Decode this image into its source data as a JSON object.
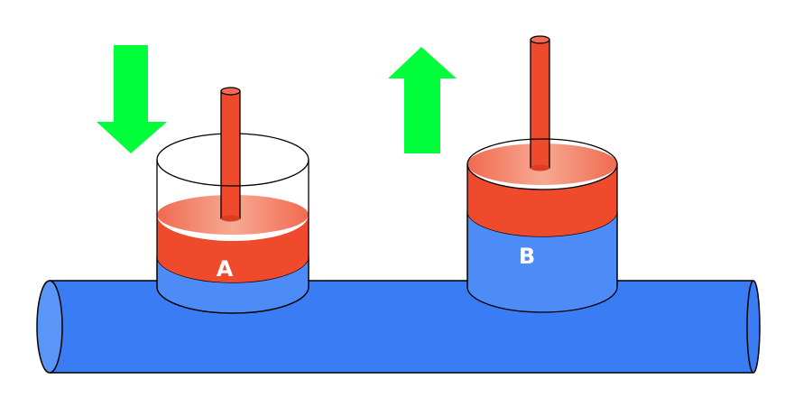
{
  "labels": {
    "a": "A",
    "b": "B"
  },
  "colors": {
    "pipe": "#3a7cf4",
    "pipe_light": "#5a96f8",
    "fluid": "#4d8bf6",
    "fluid_light": "#6aa2fa",
    "piston": "#f04a2c",
    "piston_light": "#f48a70",
    "arrow": "#00ff3a",
    "outline": "#000000",
    "label_text": "#ffffff"
  },
  "arrows": {
    "left": {
      "icon": "arrow-down-icon",
      "direction": "down"
    },
    "right": {
      "icon": "arrow-up-icon",
      "direction": "up"
    }
  }
}
